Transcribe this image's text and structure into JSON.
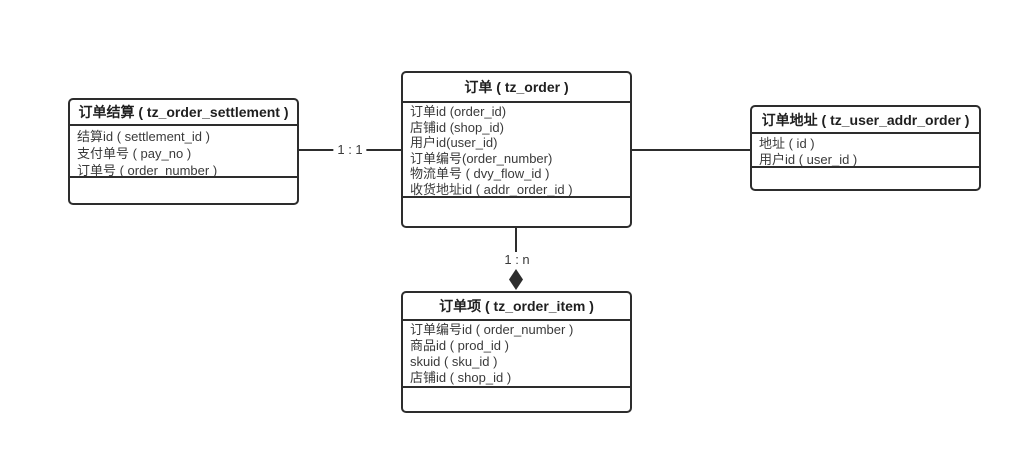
{
  "diagram": {
    "background_color": "#ffffff",
    "line_color": "#2d2d2d",
    "text_color": "#3a3a3a",
    "tables": {
      "settlement": {
        "title": "订单结算 ( tz_order_settlement )",
        "fields": [
          "结算id ( settlement_id )",
          "支付单号 ( pay_no )",
          "订单号 ( order_number )"
        ]
      },
      "order": {
        "title": "订单 ( tz_order )",
        "fields": [
          "订单id (order_id)",
          "店铺id (shop_id)",
          "用户id(user_id)",
          "订单编号(order_number)",
          "物流单号 ( dvy_flow_id )",
          "收货地址id ( addr_order_id )"
        ]
      },
      "address": {
        "title": "订单地址 ( tz_user_addr_order )",
        "fields": [
          "地址 ( id )",
          "用户id ( user_id )"
        ]
      },
      "item": {
        "title": "订单项 ( tz_order_item )",
        "fields": [
          "订单编号id ( order_number )",
          "商品id ( prod_id )",
          "skuid ( sku_id )",
          "店铺id ( shop_id )"
        ]
      }
    },
    "connectors": {
      "settlement_order_label": "1 : 1",
      "order_item_label": "1 : n"
    }
  }
}
